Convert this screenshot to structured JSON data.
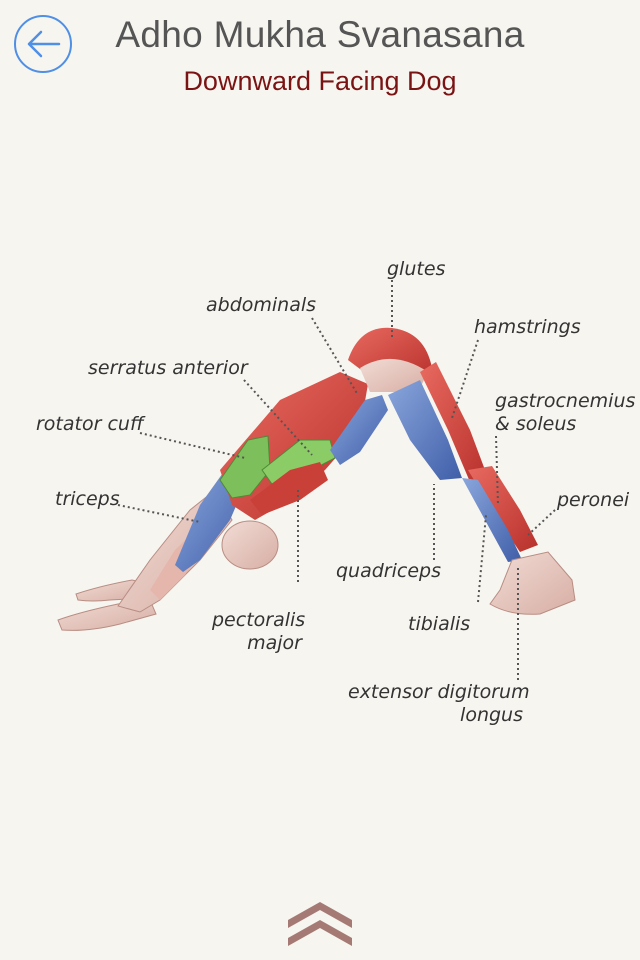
{
  "header": {
    "title": "Adho Mukha Svanasana",
    "subtitle": "Downward Facing Dog"
  },
  "icons": {
    "back": "arrow-left-icon",
    "scroll_up": "double-chevron-up-icon"
  },
  "colors": {
    "accent": "#4f8fe6",
    "subtitle": "#7a1414",
    "muscle_red": "#d8453f",
    "muscle_blue": "#5a7cc4",
    "muscle_green": "#7dbf5a",
    "background": "#f7f5ef"
  },
  "muscle_labels": {
    "glutes": "glutes",
    "abdominals": "abdominals",
    "hamstrings": "hamstrings",
    "serratus_anterior": "serratus anterior",
    "gastrocnemius_line1": "gastrocnemius",
    "gastrocnemius_line2": "& soleus",
    "rotator_cuff": "rotator cuff",
    "triceps": "triceps",
    "peronei": "peronei",
    "quadriceps": "quadriceps",
    "pectoralis_line1": "pectoralis",
    "pectoralis_line2": "major",
    "tibialis": "tibialis",
    "extensor_line1": "extensor digitorum",
    "extensor_line2": "longus"
  }
}
